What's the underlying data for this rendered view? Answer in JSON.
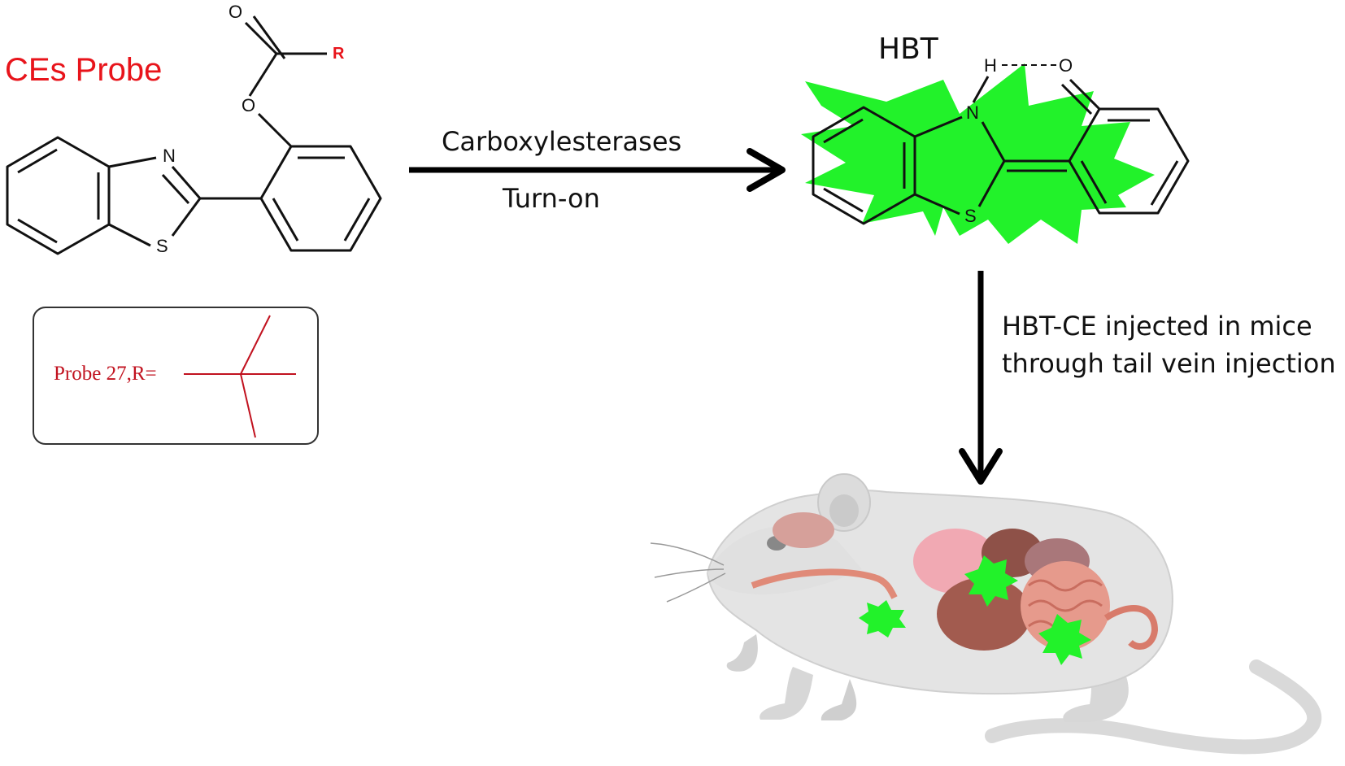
{
  "probe": {
    "title": "CEs Probe",
    "r_label": "R",
    "box_label": "Probe 27,R=",
    "atoms": {
      "carbonyl_o": "O",
      "ester_o": "O",
      "nitrogen": "N",
      "sulfur": "S"
    }
  },
  "reaction": {
    "enzyme_label": "Carboxylesterases",
    "mode_label": "Turn-on"
  },
  "product": {
    "title": "HBT",
    "atoms": {
      "hydrogen": "H",
      "oxygen": "O",
      "nitrogen": "N",
      "sulfur": "S"
    }
  },
  "injection": {
    "line1": "HBT-CE injected in mice",
    "line2": "through tail vein injection"
  },
  "colors": {
    "probe_red": "#e8141b",
    "fluorescence_green": "#22f22a",
    "arrow_black": "#000000"
  },
  "icons": [
    "mouse-anatomy-illustration",
    "fluorescence-burst-icon"
  ]
}
